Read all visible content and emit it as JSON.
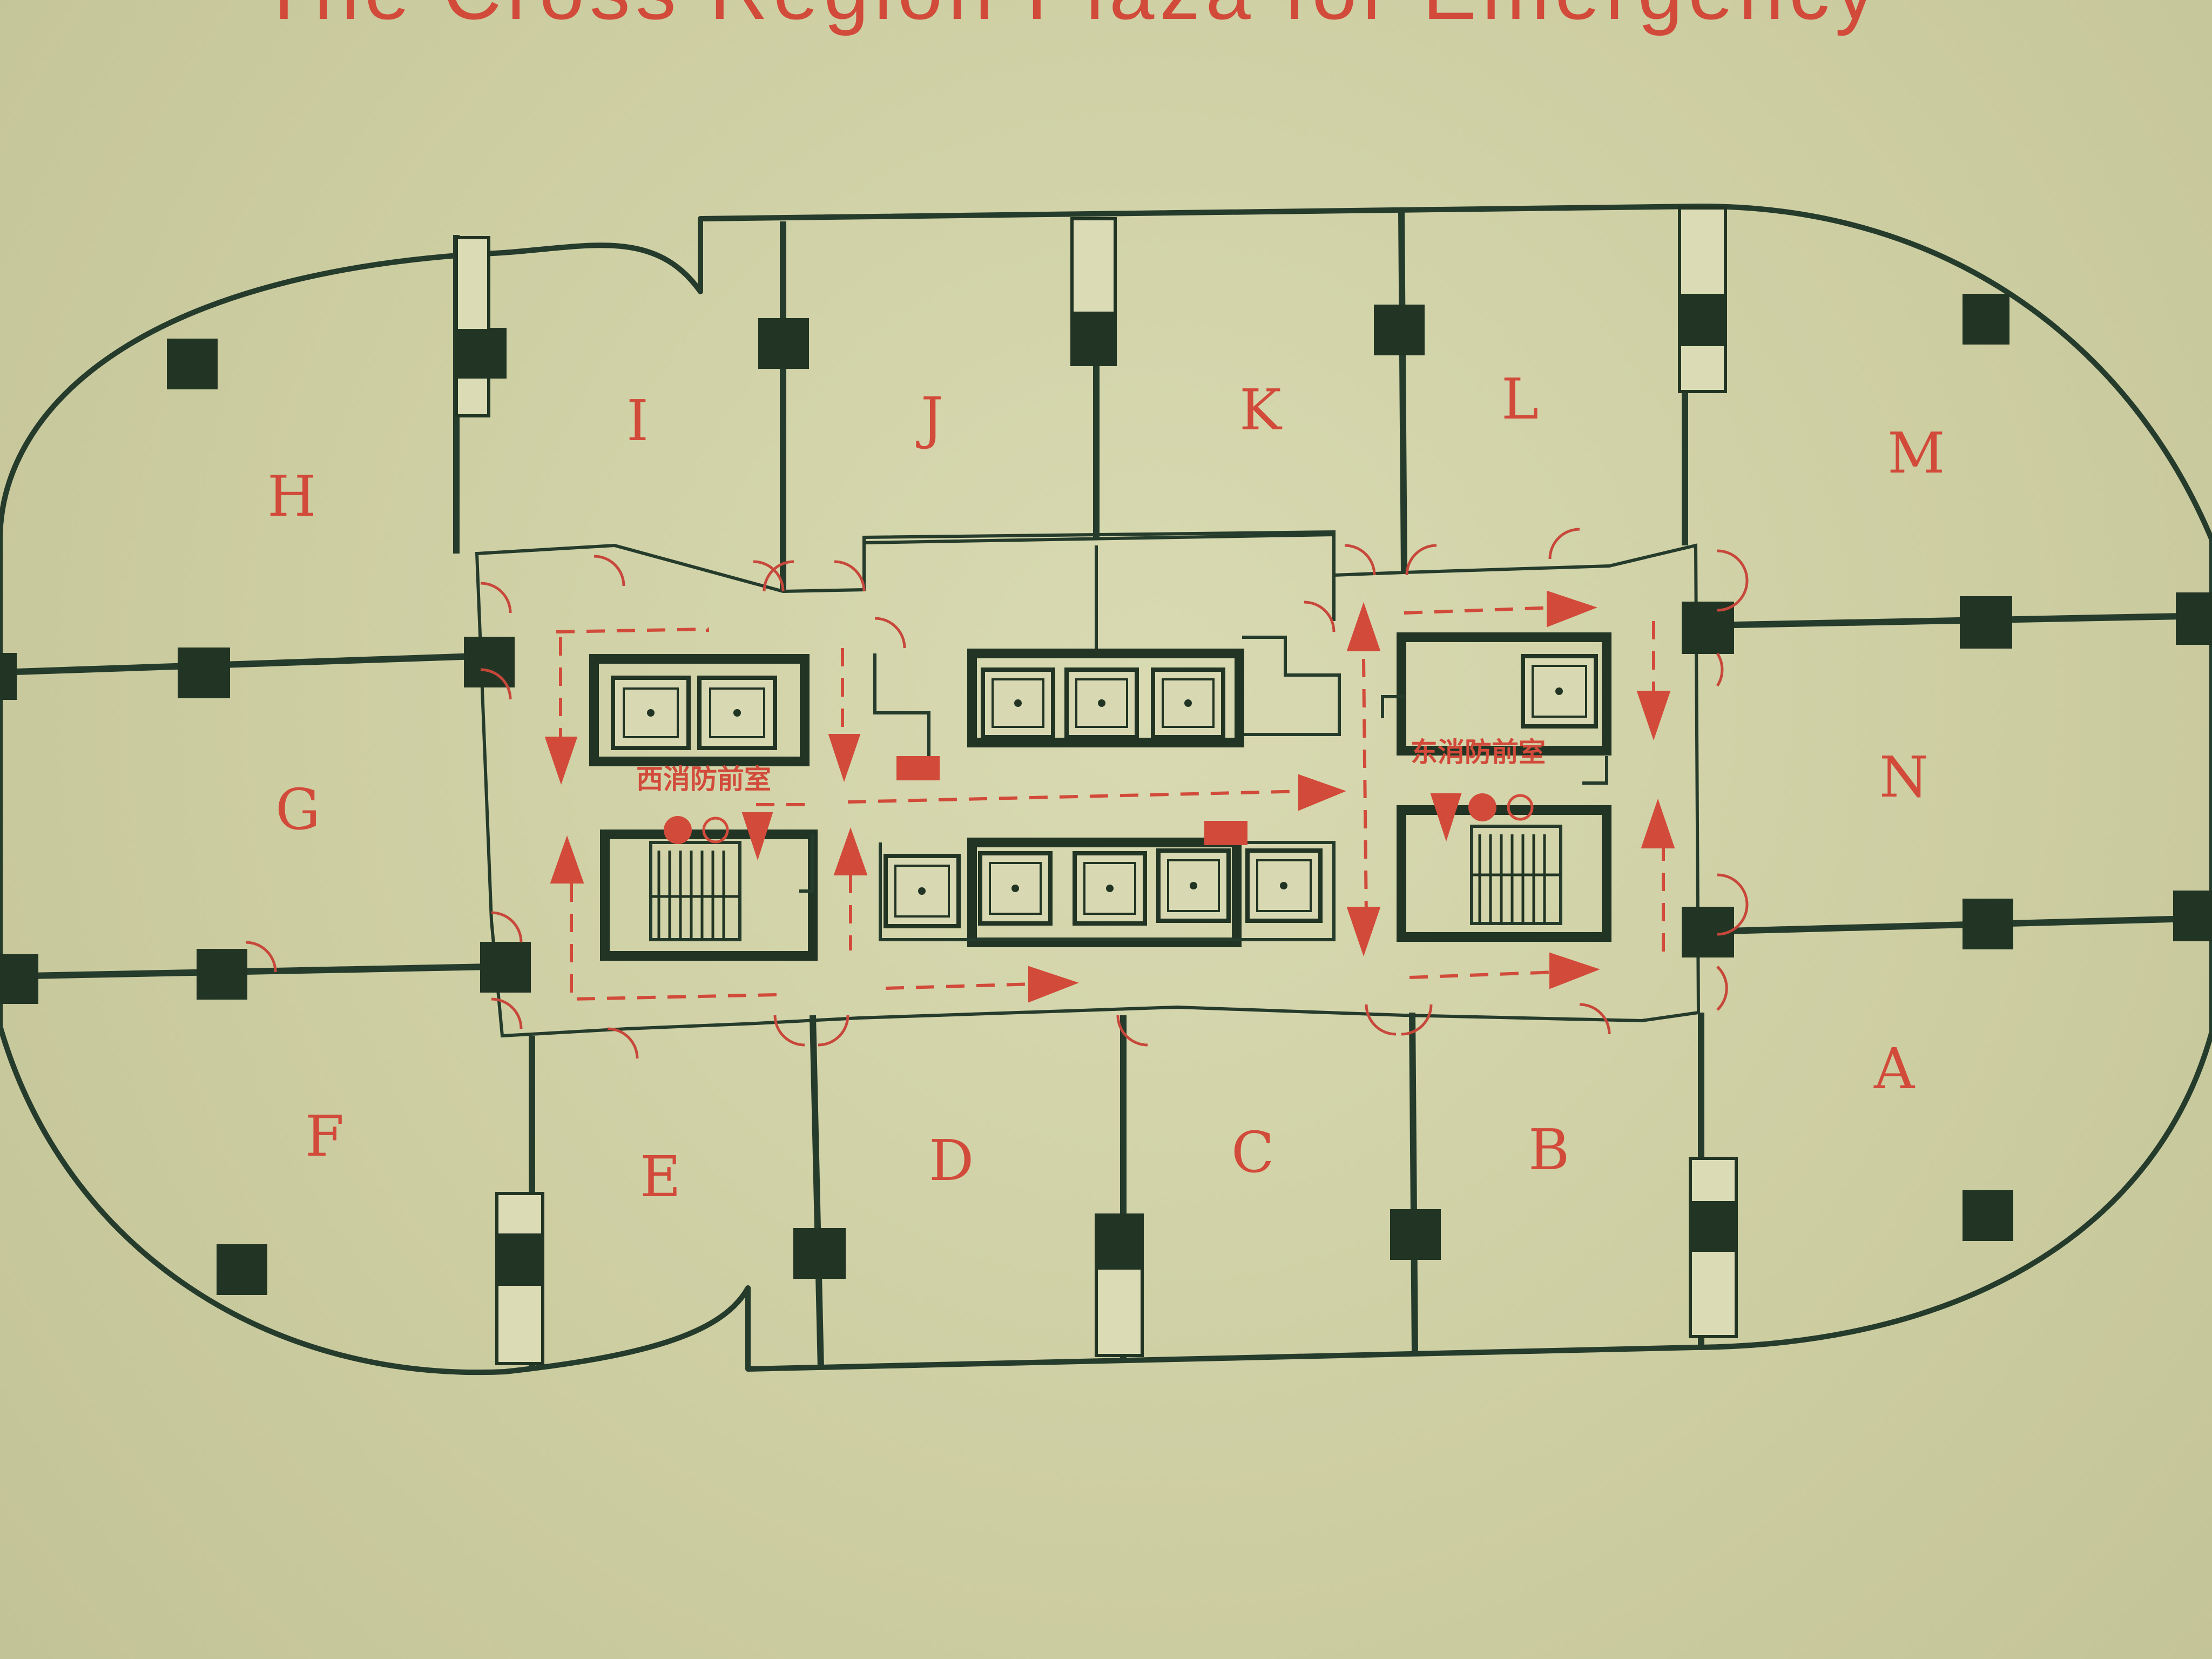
{
  "header": {
    "title": "The Cross Region Plaza for Emergency"
  },
  "zones": {
    "A": "A",
    "B": "B",
    "C": "C",
    "D": "D",
    "E": "E",
    "F": "F",
    "G": "G",
    "H": "H",
    "I": "I",
    "J": "J",
    "K": "K",
    "L": "L",
    "M": "M",
    "N": "N"
  },
  "core": {
    "west_fire_room": "西消防前室",
    "east_fire_room": "东消防前室"
  },
  "colors": {
    "background": "#cfd0a4",
    "walls": "#253b2b",
    "evacuation_routes": "#d24a3a"
  }
}
